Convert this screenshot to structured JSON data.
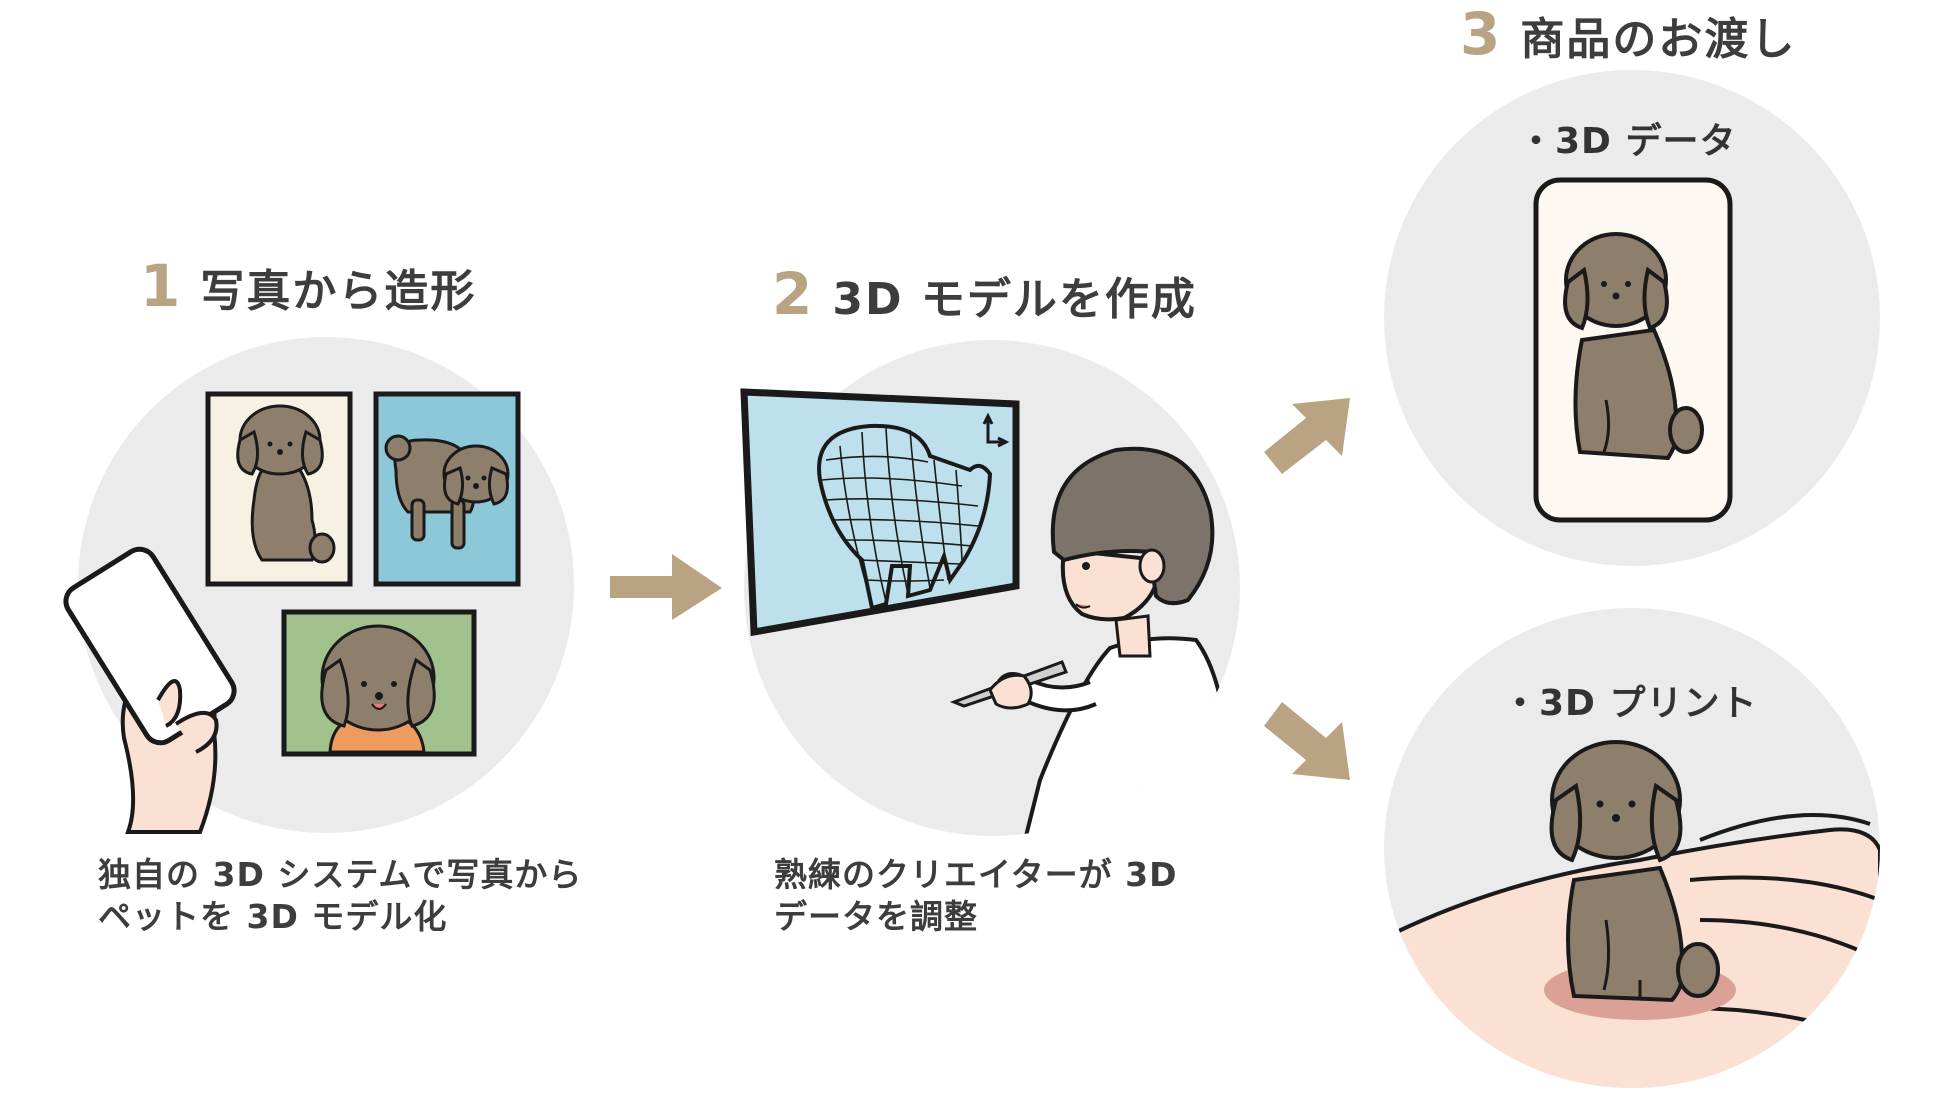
{
  "steps": [
    {
      "number": "1",
      "title": "写真から造形",
      "description": [
        "独自の 3D システムで写真から",
        "ペットを 3D モデル化"
      ]
    },
    {
      "number": "2",
      "title": "3D モデルを作成",
      "description": [
        "熟練のクリエイターが 3D",
        "データを調整"
      ]
    },
    {
      "number": "3",
      "title": "商品のお渡し"
    }
  ],
  "deliverables": [
    {
      "label": "・3D データ"
    },
    {
      "label": "・3D プリント"
    }
  ],
  "colors": {
    "accent": "#b9a383",
    "circle_bg": "#ebebeb",
    "dog_fur": "#8e7e6c",
    "outline": "#1a1a1a"
  }
}
